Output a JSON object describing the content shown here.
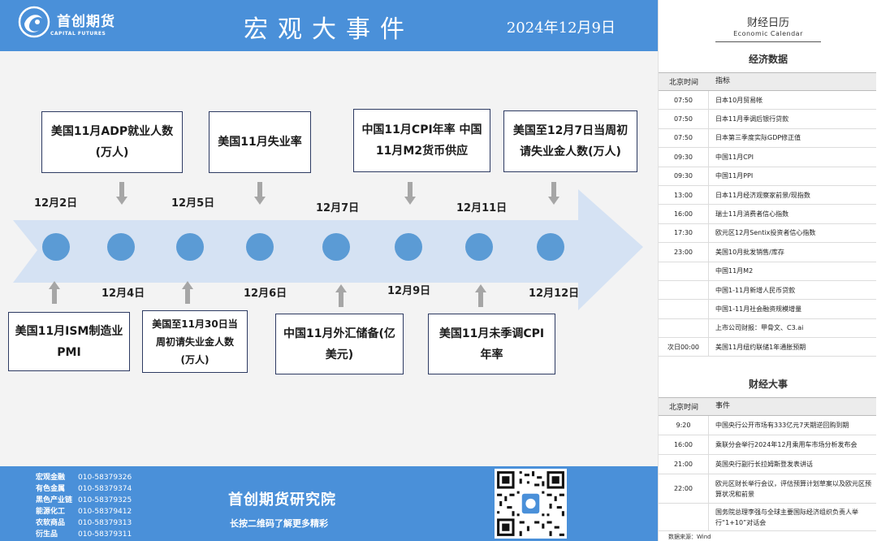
{
  "header": {
    "logo_name": "首创期货",
    "logo_en": "CAPITAL FUTURES",
    "title": "宏观大事件",
    "date": "2024年12月9日",
    "colors": {
      "brand_blue": "#4a90d9",
      "arrow": "#d5e2f3",
      "node": "#5b9bd5",
      "down_arrow": "#a6a6a6"
    }
  },
  "timeline": {
    "top_events": [
      {
        "text": "美国11月ADP就业人数(万人)",
        "date": "12月2日"
      },
      {
        "text": "美国11月失业率",
        "date": "12月5日"
      },
      {
        "text": "中国11月CPI年率 中国11月M2货币供应",
        "date": "12月7日"
      },
      {
        "text": "美国至12月7日当周初请失业金人数(万人)",
        "date": "12月11日"
      }
    ],
    "bottom_events": [
      {
        "text": "美国11月ISM制造业PMI",
        "date": "12月4日"
      },
      {
        "text": "美国至11月30日当周初请失业金人数(万人)",
        "date": "12月6日"
      },
      {
        "text": "中国11月外汇储备(亿美元)",
        "date": "12月9日"
      },
      {
        "text": "美国11月未季调CPI年率",
        "date": "12月12日"
      }
    ]
  },
  "footer": {
    "contacts": [
      {
        "dept": "宏观金融",
        "phone": "010-58379326"
      },
      {
        "dept": "有色金属",
        "phone": "010-58379374"
      },
      {
        "dept": "黑色产业链",
        "phone": "010-58379325"
      },
      {
        "dept": "能源化工",
        "phone": "010-58379412"
      },
      {
        "dept": "农软商品",
        "phone": "010-58379313"
      },
      {
        "dept": "衍生品",
        "phone": "010-58379311"
      }
    ],
    "title": "首创期货研究院",
    "subtitle": "长按二维码了解更多精彩"
  },
  "calendar": {
    "title": "财经日历",
    "subtitle": "Economic Calendar",
    "data_section": {
      "title": "经济数据",
      "col_time": "北京时间",
      "col_desc": "指标",
      "rows": [
        {
          "time": "07:50",
          "desc": "日本10月贸易帐"
        },
        {
          "time": "07:50",
          "desc": "日本11月季调后银行贷款"
        },
        {
          "time": "07:50",
          "desc": "日本第三季度实际GDP修正值"
        },
        {
          "time": "09:30",
          "desc": "中国11月CPI"
        },
        {
          "time": "09:30",
          "desc": "中国11月PPI"
        },
        {
          "time": "13:00",
          "desc": "日本11月经济观察家前景/现指数"
        },
        {
          "time": "16:00",
          "desc": "瑞士11月消费者信心指数"
        },
        {
          "time": "17:30",
          "desc": "欧元区12月Sentix投资者信心指数"
        },
        {
          "time": "23:00",
          "desc": "美国10月批发销售/库存"
        },
        {
          "time": "",
          "desc": "中国11月M2"
        },
        {
          "time": "",
          "desc": "中国1-11月新增人民币贷款"
        },
        {
          "time": "",
          "desc": "中国1-11月社会融资规模增量"
        },
        {
          "time": "",
          "desc": "上市公司财报：甲骨文、C3.ai"
        },
        {
          "time": "次日00:00",
          "desc": "美国11月纽约联储1年通胀预期"
        }
      ]
    },
    "events_section": {
      "title": "财经大事",
      "col_time": "北京时间",
      "col_desc": "事件",
      "rows": [
        {
          "time": "9:20",
          "desc": "中国央行公开市场有333亿元7天期逆回购到期"
        },
        {
          "time": "16:00",
          "desc": "乘联分会举行2024年12月乘用车市场分析发布会"
        },
        {
          "time": "21:00",
          "desc": "英国央行副行长拉姆斯登发表讲话"
        },
        {
          "time": "22:00",
          "desc": "欧元区财长举行会议，评估预算计划草案以及欧元区预算状况和前景"
        },
        {
          "time": "",
          "desc": "国务院总理李强与全球主要国际经济组织负责人举行“1+10”对话会"
        }
      ]
    },
    "source": "数据来源：Wind"
  }
}
